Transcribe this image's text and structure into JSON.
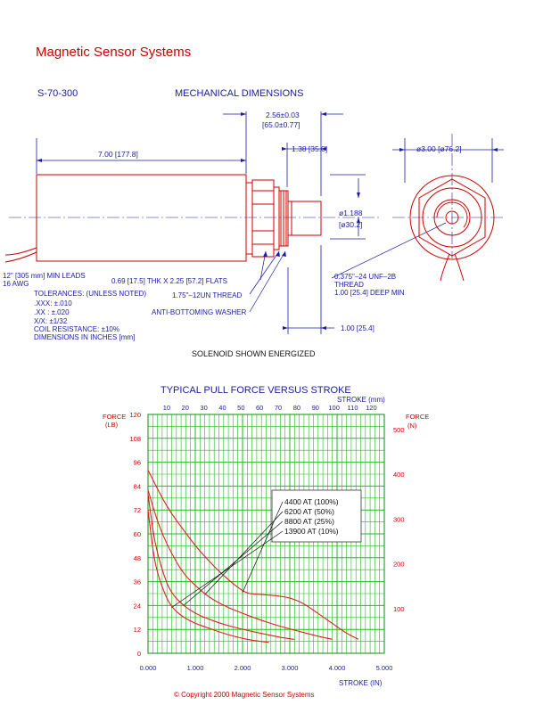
{
  "header": {
    "company": "Magnetic Sensor Systems",
    "model": "S-70-300",
    "section_title": "MECHANICAL DIMENSIONS"
  },
  "drawing": {
    "dim_overall_length": "7.00 [177.8]",
    "dim_total_a": "2.56±0.03",
    "dim_total_b": "[65.0±0.77]",
    "dim_stud": "1.38 [35.0]",
    "dim_diameter_front": "ø3.00 [ø76.2]",
    "dim_plunger_a": "ø1.188",
    "dim_plunger_b": "[ø30.2]",
    "leads_a": "12\" [305 mm] MIN LEADS",
    "leads_b": "16 AWG",
    "flats": "0.69 [17.5] THK X 2.25 [57.2] FLATS",
    "thread": "1.75\"–12UN THREAD",
    "washer": "ANTI-BOTTOMING WASHER",
    "tapped_a": "0.375\"–24 UNF–2B",
    "tapped_b": "THREAD",
    "tapped_c": "1.00 [25.4] DEEP MIN",
    "stroke_dim": "1.00 [25.4]",
    "caption": "SOLENOID SHOWN ENERGIZED"
  },
  "tolerances": {
    "title": "TOLERANCES: (UNLESS NOTED)",
    "xxx": ".XXX: ±.010",
    "xx": ".XX : ±.020",
    "frac": "X/X: ±1/32",
    "coil": "COIL RESISTANCE: ±10%",
    "units": "DIMENSIONS IN INCHES [mm]"
  },
  "chart_data": {
    "type": "line",
    "title": "TYPICAL PULL FORCE VERSUS STROKE",
    "xlabel": "STROKE (IN)",
    "x2label": "STROKE (mm)",
    "ylabel": "FORCE (LB)",
    "y2label": "FORCE (N)",
    "xlim": [
      0,
      5
    ],
    "ylim": [
      0,
      120
    ],
    "y2lim": [
      0,
      533.8
    ],
    "x_ticks": [
      "0.000",
      "1.000",
      "2.000",
      "3.000",
      "4.000",
      "5.000"
    ],
    "x_tick_values": [
      0,
      1,
      2,
      3,
      4,
      5
    ],
    "y_ticks": [
      "0",
      "12",
      "24",
      "36",
      "48",
      "60",
      "72",
      "84",
      "96",
      "108",
      "120"
    ],
    "y_tick_values": [
      0,
      12,
      24,
      36,
      48,
      60,
      72,
      84,
      96,
      108,
      120
    ],
    "x2_ticks": [
      "10",
      "20",
      "30",
      "40",
      "50",
      "60",
      "70",
      "80",
      "90",
      "100",
      "110",
      "120"
    ],
    "x2_tick_values": [
      10,
      20,
      30,
      40,
      50,
      60,
      70,
      80,
      90,
      100,
      110,
      120
    ],
    "y2_ticks": [
      "100",
      "200",
      "300",
      "400",
      "500"
    ],
    "y2_tick_values": [
      100,
      200,
      300,
      400,
      500
    ],
    "grid": true,
    "grid_color": "#22bb22",
    "curve_color": "#e02020",
    "leader_color": "#111111",
    "series": [
      {
        "name": "4400 AT (100%)",
        "x": [
          0.0,
          0.15,
          0.3,
          0.5,
          0.75,
          1.0,
          1.3,
          1.6,
          1.9,
          2.1,
          2.4,
          2.7,
          3.0,
          3.3,
          3.6,
          3.9,
          4.2,
          4.45
        ],
        "y": [
          92,
          85,
          78,
          70,
          62,
          54,
          46,
          39,
          33,
          30,
          29.5,
          29,
          28,
          25,
          20,
          15,
          10,
          7
        ]
      },
      {
        "name": "6200 AT (50%)",
        "x": [
          0.0,
          0.15,
          0.3,
          0.5,
          0.75,
          1.0,
          1.3,
          1.6,
          2.0,
          2.4,
          2.8,
          3.2,
          3.6,
          3.9
        ],
        "y": [
          82,
          70,
          60,
          50,
          40,
          34,
          28,
          24,
          20,
          16.5,
          13.5,
          11,
          8.5,
          7
        ]
      },
      {
        "name": "8800 AT (25%)",
        "x": [
          0.0,
          0.1,
          0.2,
          0.35,
          0.5,
          0.75,
          1.0,
          1.3,
          1.6,
          2.0,
          2.4,
          2.8,
          3.1
        ],
        "y": [
          80,
          62,
          50,
          38,
          30,
          24,
          20,
          17,
          14.5,
          12,
          10,
          8,
          7
        ]
      },
      {
        "name": "13900 AT (10%)",
        "x": [
          0.0,
          0.1,
          0.2,
          0.35,
          0.5,
          0.75,
          1.0,
          1.3,
          1.6,
          1.9,
          2.2,
          2.55
        ],
        "y": [
          72,
          52,
          40,
          30,
          23,
          18,
          15,
          12.5,
          10,
          8,
          6.5,
          5.5
        ]
      }
    ]
  },
  "footer": {
    "copyright": "©  Copyright 2000 Magnetic Sensor Systems"
  }
}
